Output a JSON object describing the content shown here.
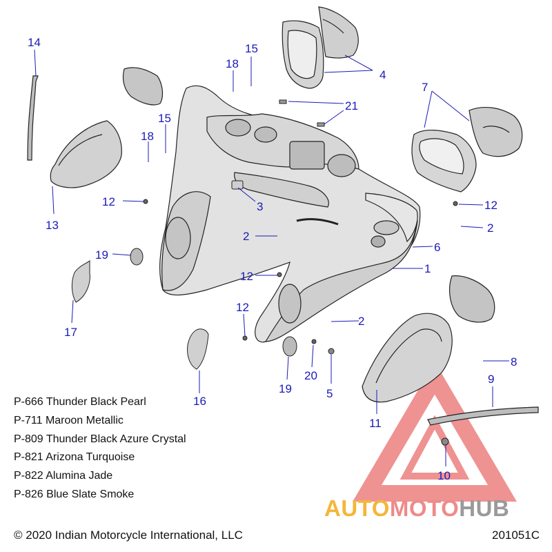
{
  "callouts": {
    "c1": "1",
    "c2a": "2",
    "c2b": "2",
    "c2c": "2",
    "c3": "3",
    "c4": "4",
    "c5": "5",
    "c6": "6",
    "c7": "7",
    "c8": "8",
    "c9": "9",
    "c10": "10",
    "c11": "11",
    "c12a": "12",
    "c12b": "12",
    "c12c": "12",
    "c12d": "12",
    "c13": "13",
    "c14": "14",
    "c15a": "15",
    "c15b": "15",
    "c16": "16",
    "c17": "17",
    "c18a": "18",
    "c18b": "18",
    "c19a": "19",
    "c19b": "19",
    "c20": "20",
    "c21": "21"
  },
  "paint_codes": [
    "P-666 Thunder Black Pearl",
    "P-711 Maroon Metallic",
    "P-809 Thunder Black Azure Crystal",
    "P-821 Arizona Turquoise",
    "P-822 Alumina Jade",
    "P-826 Blue Slate Smoke"
  ],
  "copyright": "© 2020 Indian Motorcycle International, LLC",
  "figure_code": "201051C",
  "watermark": {
    "word1": "AUTO",
    "word2": "MOTO",
    "word3": "HUB"
  },
  "colors": {
    "callout": "#1a1ab8",
    "line_art": "#222222",
    "part_fill": "#dcdcdc",
    "watermark_red": "#e23a3a",
    "watermark_orange": "#f4b63a",
    "watermark_gray": "#9a9a9a"
  }
}
